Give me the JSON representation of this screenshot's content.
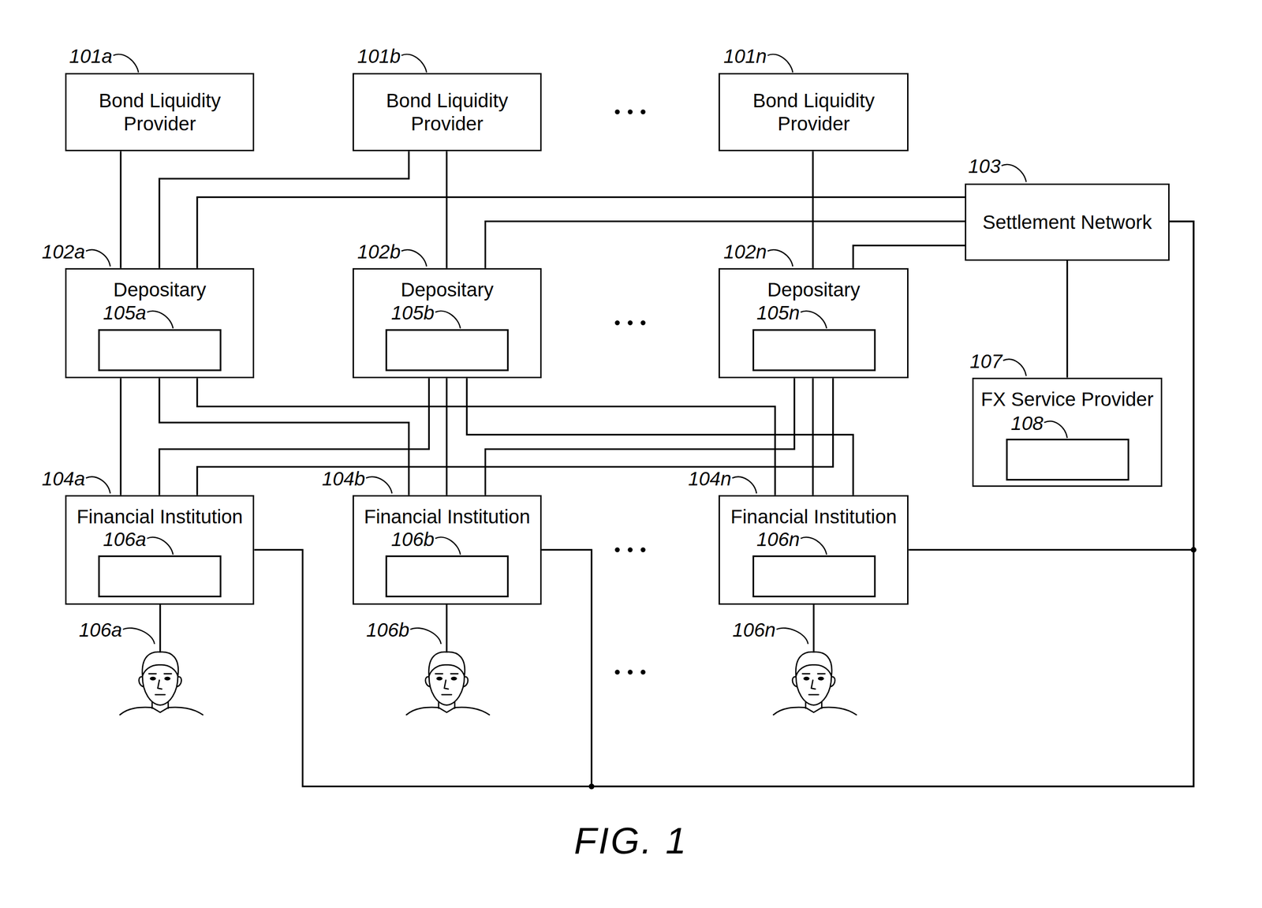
{
  "diagram": {
    "caption": "FIG. 1",
    "nodes": [
      {
        "text": [
          "Bond Liquidity Provider"
        ]
      },
      {
        "text": [
          "Bond Liquidity Provider"
        ]
      },
      {
        "text": [
          "Bond Liquidity Provider"
        ]
      },
      {
        "text": [
          "Settlement Network"
        ]
      },
      {
        "text": [
          "Depositary"
        ]
      },
      {
        "text": [
          "Depositary"
        ]
      },
      {
        "text": [
          "Depositary"
        ]
      },
      {
        "text": [
          "FX Service Provider"
        ]
      },
      {
        "text": [
          "Financial Institution"
        ]
      },
      {
        "text": [
          "Financial Institution"
        ]
      },
      {
        "text": [
          "Financial Institution"
        ]
      }
    ],
    "edges": [
      {
        "from": 0,
        "to": 4,
        "arrow": "none"
      },
      {
        "from": 1,
        "to": 4,
        "arrow": "none"
      },
      {
        "from": 1,
        "to": 5,
        "arrow": "none"
      },
      {
        "from": 2,
        "to": 6,
        "arrow": "none"
      },
      {
        "from": 3,
        "to": 4,
        "arrow": "none"
      },
      {
        "from": 3,
        "to": 5,
        "arrow": "none"
      },
      {
        "from": 3,
        "to": 6,
        "arrow": "none"
      },
      {
        "from": 3,
        "to": 7,
        "arrow": "none"
      },
      {
        "from": 3,
        "to": 8,
        "arrow": "none"
      },
      {
        "from": 3,
        "to": 9,
        "arrow": "none"
      },
      {
        "from": 3,
        "to": 10,
        "arrow": "none"
      },
      {
        "from": 4,
        "to": 8,
        "arrow": "none"
      },
      {
        "from": 4,
        "to": 9,
        "arrow": "none"
      },
      {
        "from": 4,
        "to": 10,
        "arrow": "none"
      },
      {
        "from": 5,
        "to": 8,
        "arrow": "none"
      },
      {
        "from": 5,
        "to": 9,
        "arrow": "none"
      },
      {
        "from": 5,
        "to": 10,
        "arrow": "none"
      },
      {
        "from": 6,
        "to": 8,
        "arrow": "none"
      },
      {
        "from": 6,
        "to": 9,
        "arrow": "none"
      },
      {
        "from": 6,
        "to": 10,
        "arrow": "none"
      }
    ],
    "labels": [
      "101a",
      "101b",
      "101n",
      "103",
      "102a",
      "102b",
      "102n",
      "105a",
      "105b",
      "105n",
      "107",
      "108",
      "104a",
      "104b",
      "104n",
      "106a",
      "106b",
      "106n",
      "106a",
      "106b",
      "106n"
    ]
  }
}
